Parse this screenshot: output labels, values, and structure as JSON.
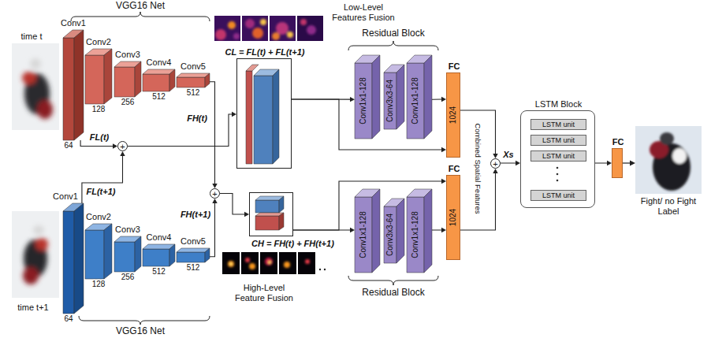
{
  "diagram": {
    "nodes": [
      {
        "text": [
          "Conv1",
          "64"
        ]
      },
      {
        "text": [
          "Conv2",
          "128"
        ]
      },
      {
        "text": [
          "Conv3",
          "256"
        ]
      },
      {
        "text": [
          "Conv4",
          "512"
        ]
      },
      {
        "text": [
          "Conv5",
          "512"
        ]
      },
      {
        "text": [
          "+"
        ]
      },
      {
        "text": [
          "CL = FL(t) + FL(t+1)"
        ]
      },
      {
        "text": [
          "Conv1x1-128"
        ]
      },
      {
        "text": [
          "Conv3x3-64"
        ]
      },
      {
        "text": [
          "Conv1x1-128"
        ]
      },
      {
        "text": [
          "FC",
          "1024"
        ]
      },
      {
        "text": [
          "+"
        ]
      },
      {
        "text": [
          "CH = FH(t) + FH(t+1)"
        ]
      },
      {
        "text": [
          "Conv1x1-128"
        ]
      },
      {
        "text": [
          "Conv3x3-64"
        ]
      },
      {
        "text": [
          "Conv1x1-128"
        ]
      },
      {
        "text": [
          "FC",
          "1024"
        ]
      },
      {
        "text": [
          "Conv1",
          "64"
        ]
      },
      {
        "text": [
          "Conv2",
          "128"
        ]
      },
      {
        "text": [
          "Conv3",
          "256"
        ]
      },
      {
        "text": [
          "Conv4",
          "512"
        ]
      },
      {
        "text": [
          "Conv5",
          "512"
        ]
      },
      {
        "text": [
          "+"
        ]
      },
      {
        "text": [
          "LSTM Block"
        ]
      },
      {
        "text": [
          "LSTM unit"
        ],
        "in": 23
      },
      {
        "text": [
          "LSTM unit"
        ],
        "in": 23
      },
      {
        "text": [
          "LSTM unit"
        ],
        "in": 23
      },
      {
        "text": [
          "LSTM unit"
        ],
        "in": 23
      },
      {
        "text": [
          "FC"
        ]
      }
    ],
    "edges": [
      {
        "from": 0,
        "to": 5,
        "label": "FL(t)",
        "arrow": "to"
      },
      {
        "from": 17,
        "to": 5,
        "label": "FL(t+1)",
        "arrow": "to"
      },
      {
        "from": 4,
        "to": 11,
        "label": "FH(t)",
        "arrow": "to"
      },
      {
        "from": 21,
        "to": 11,
        "label": "FH(t+1)",
        "arrow": "to"
      },
      {
        "from": 5,
        "to": 6,
        "arrow": "to"
      },
      {
        "from": 11,
        "to": 12,
        "arrow": "to"
      },
      {
        "from": 6,
        "to": 7,
        "arrow": "to"
      },
      {
        "from": 6,
        "to": 10,
        "arrow": "to"
      },
      {
        "from": 9,
        "to": 10,
        "arrow": "to"
      },
      {
        "from": 12,
        "to": 13,
        "arrow": "to"
      },
      {
        "from": 12,
        "to": 16,
        "arrow": "to"
      },
      {
        "from": 15,
        "to": 16,
        "arrow": "to"
      },
      {
        "from": 10,
        "to": 22,
        "arrow": "to"
      },
      {
        "from": 16,
        "to": 22,
        "arrow": "to"
      },
      {
        "from": 22,
        "to": 23,
        "label": "Xs",
        "arrow": "to"
      },
      {
        "from": 23,
        "to": 28,
        "arrow": "to"
      }
    ],
    "labels": [
      "VGG16 Net",
      "VGG16 Net",
      "time t",
      "time t+1",
      "Low-Level Features Fusion",
      "High-Level Feature Fusion",
      "Residual Block",
      "Residual Block",
      "Combined Spatial Features",
      "Fight/ no Fight Label"
    ]
  }
}
